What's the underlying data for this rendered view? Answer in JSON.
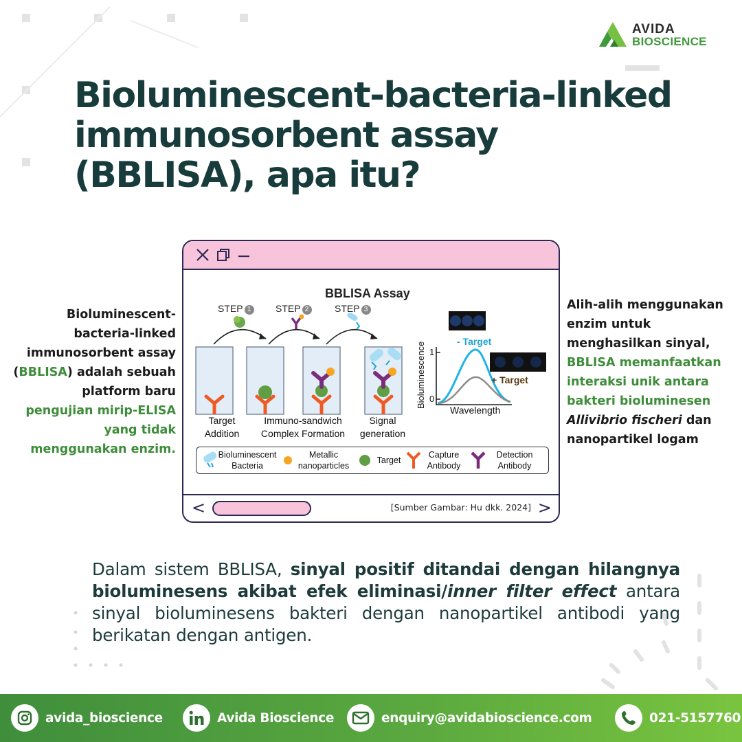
{
  "brand": {
    "line1": "AVIDA",
    "line2": "BIOSCIENCE",
    "colors": {
      "dark": "#173c3b",
      "green": "#3e8d3a",
      "pink": "#f8c4dc",
      "navy": "#2c2955"
    }
  },
  "title": "Bioluminescent-bacteria-linked immunosorbent assay (BBLISA), apa itu?",
  "left_text": {
    "part1": "Bioluminescent-bacteria-linked immunosorbent assay (",
    "highlight": "BBLISA",
    "part2": ") adalah sebuah platform baru ",
    "green_tail": "pengujian mirip-ELISA yang tidak menggunakan enzim."
  },
  "right_text": {
    "part1": "Alih-alih menggunakan enzim untuk menghasilkan sinyal, ",
    "green": "BBLISA memanfaatkan interaksi unik antara bakteri bioluminesen",
    "italic": "Allivibrio fischeri",
    "part2": " dan nanopartikel logam"
  },
  "window": {
    "source": "[Sumber Gambar: Hu dkk. 2024]",
    "prev": "<",
    "next": ">",
    "icons": [
      "close-icon",
      "copy-icon",
      "minimize-icon"
    ]
  },
  "diagram": {
    "title": "BBLISA Assay",
    "steps": [
      "STEP",
      "STEP",
      "STEP"
    ],
    "step_numbers": [
      "1",
      "2",
      "3"
    ],
    "captions": [
      {
        "l1": "Target",
        "l2": "Addition"
      },
      {
        "l1": "Immuno-sandwich",
        "l2": "Complex Formation"
      },
      {
        "l1": "Signal",
        "l2": "generation"
      }
    ],
    "graph": {
      "ylabel": "Bioluminescence",
      "xlabel": "Wavelength",
      "y_top": "1",
      "y_bottom": "0",
      "minus_target": "- Target",
      "plus_target": "+ Target"
    },
    "legend": [
      {
        "l1": "Bioluminescent",
        "l2": "Bacteria"
      },
      {
        "l1": "Metallic",
        "l2": "nanoparticles"
      },
      {
        "l1": "Target",
        "l2": ""
      },
      {
        "l1": "Capture",
        "l2": "Antibody"
      },
      {
        "l1": "Detection",
        "l2": "Antibody"
      }
    ]
  },
  "paragraph": {
    "p1": "Dalam sistem BBLISA, ",
    "b1": "sinyal positif ditandai dengan hilangnya bioluminesens akibat efek eliminasi/",
    "i1": "inner filter effect",
    "p2": " antara sinyal bioluminesens bakteri dengan nanopartikel antibodi yang berikatan dengan antigen."
  },
  "footer": {
    "instagram": "avida_bioscience",
    "linkedin": "Avida Bioscience",
    "email": "enquiry@avidabioscience.com",
    "phone": "021-5157760"
  }
}
